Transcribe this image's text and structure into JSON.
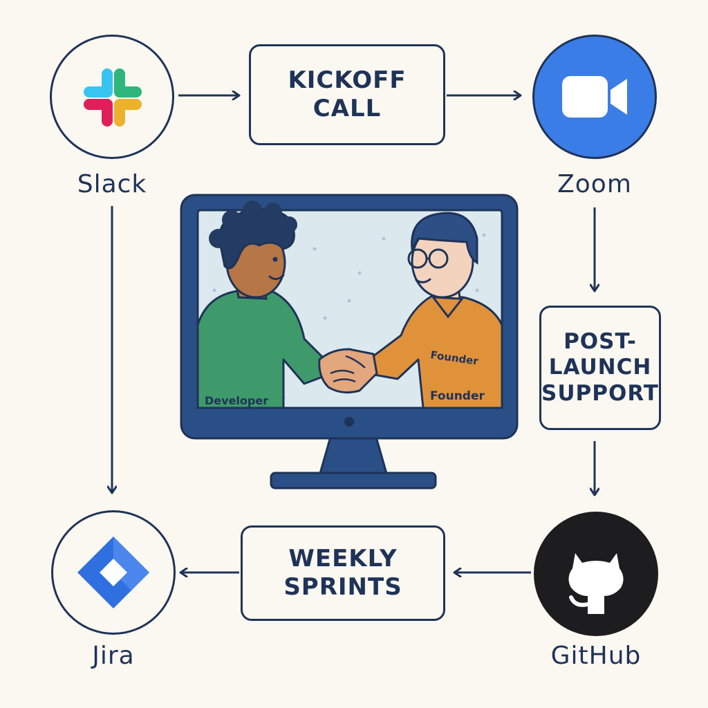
{
  "nodes": {
    "slack": {
      "label": "Slack",
      "icon": "slack-logo-icon"
    },
    "zoom": {
      "label": "Zoom",
      "icon": "zoom-camera-icon",
      "color": "#3b7de6"
    },
    "jira": {
      "label": "Jira",
      "icon": "jira-diamond-icon",
      "color": "#2f6fe0"
    },
    "github": {
      "label": "GitHub",
      "icon": "github-octocat-icon",
      "color": "#1d1d1f"
    }
  },
  "steps": {
    "kickoff": {
      "lines": [
        "KICKOFF",
        "CALL"
      ]
    },
    "post_launch": {
      "lines": [
        "POST-",
        "LAUNCH",
        "SUPPORT"
      ]
    },
    "weekly": {
      "lines": [
        "WEEKLY",
        "SPRINTS"
      ]
    }
  },
  "illustration": {
    "developer_label": "Developer",
    "founder_shirt_label": "Founder",
    "founder_label": "Founder"
  },
  "colors": {
    "outline": "#1f3358",
    "background": "#fbf8f1",
    "screen": "#dbe9ef",
    "developer_shirt": "#3f9a6b",
    "founder_shirt": "#e0923b"
  }
}
